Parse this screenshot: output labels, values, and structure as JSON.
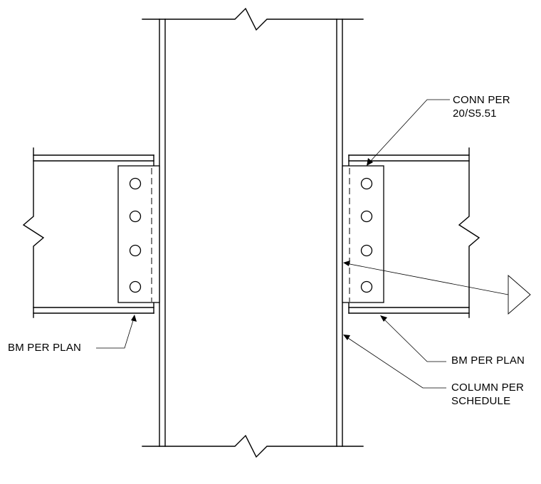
{
  "labels": {
    "conn": {
      "line1": "CONN PER",
      "line2": "20/S5.51"
    },
    "bm_left": "BM PER PLAN",
    "bm_right": "BM PER PLAN",
    "column": {
      "line1": "COLUMN PER",
      "line2": "SCHEDULE"
    }
  },
  "bolts_per_plate": 4
}
